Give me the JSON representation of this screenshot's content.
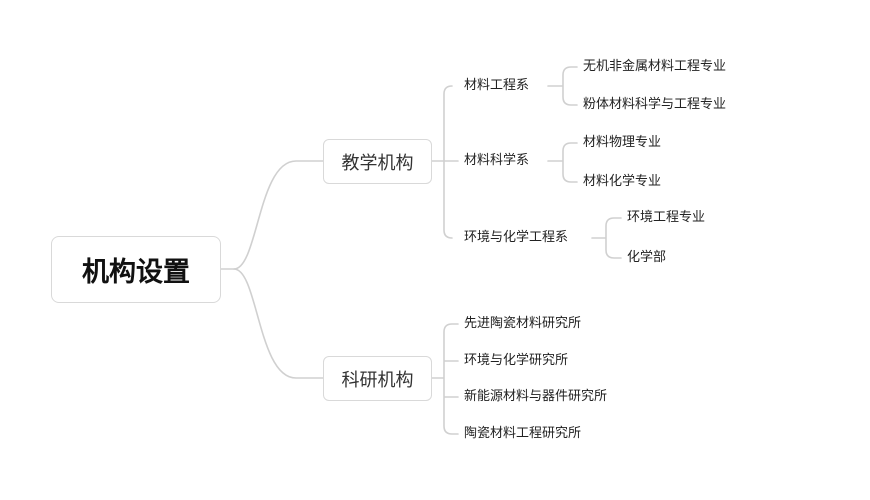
{
  "diagram": {
    "root": {
      "label": "机构设置"
    },
    "branches": [
      {
        "label": "教学机构",
        "departments": [
          {
            "label": "材料工程系",
            "majors": [
              "无机非金属材料工程专业",
              "粉体材料科学与工程专业"
            ]
          },
          {
            "label": "材料科学系",
            "majors": [
              "材料物理专业",
              "材料化学专业"
            ]
          },
          {
            "label": "环境与化学工程系",
            "majors": [
              "环境工程专业",
              "化学部"
            ]
          }
        ]
      },
      {
        "label": "科研机构",
        "institutes": [
          "先进陶瓷材料研究所",
          "环境与化学研究所",
          "新能源材料与器件研究所",
          "陶瓷材料工程研究所"
        ]
      }
    ],
    "connector_color": "#d0d0d0"
  }
}
